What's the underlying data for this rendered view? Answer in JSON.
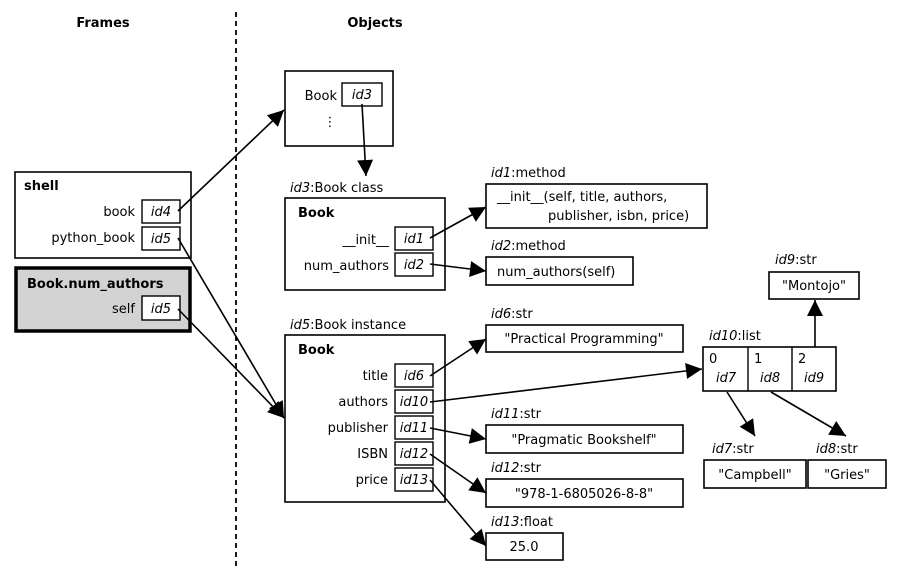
{
  "headers": {
    "frames": "Frames",
    "objects": "Objects"
  },
  "frames": [
    {
      "name": "shell",
      "vars": [
        {
          "name": "book",
          "ref": "id4"
        },
        {
          "name": "python_book",
          "ref": "id5"
        }
      ]
    },
    {
      "name": "Book.num_authors",
      "active": true,
      "vars": [
        {
          "name": "self",
          "ref": "id5"
        }
      ]
    }
  ],
  "objects": {
    "id4": {
      "id": "id4",
      "type": ":module",
      "rows": [
        {
          "name": "Book",
          "ref": "id3"
        }
      ],
      "ellipsis": "⋮"
    },
    "id3": {
      "id": "id3",
      "type": ":Book class",
      "title": "Book",
      "rows": [
        {
          "name": "__init__",
          "ref": "id1"
        },
        {
          "name": "num_authors",
          "ref": "id2"
        }
      ]
    },
    "id1": {
      "id": "id1",
      "type": ":method",
      "line1": "__init__(self, title, authors,",
      "line2": "publisher, isbn, price)"
    },
    "id2": {
      "id": "id2",
      "type": ":method",
      "value": "num_authors(self)"
    },
    "id5": {
      "id": "id5",
      "type": ":Book instance",
      "title": "Book",
      "rows": [
        {
          "name": "title",
          "ref": "id6"
        },
        {
          "name": "authors",
          "ref": "id10"
        },
        {
          "name": "publisher",
          "ref": "id11"
        },
        {
          "name": "ISBN",
          "ref": "id12"
        },
        {
          "name": "price",
          "ref": "id13"
        }
      ]
    },
    "id6": {
      "id": "id6",
      "type": ":str",
      "value": "\"Practical Programming\""
    },
    "id10": {
      "id": "id10",
      "type": ":list",
      "cells": [
        {
          "index": "0",
          "ref": "id7"
        },
        {
          "index": "1",
          "ref": "id8"
        },
        {
          "index": "2",
          "ref": "id9"
        }
      ]
    },
    "id9": {
      "id": "id9",
      "type": ":str",
      "value": "\"Montojo\""
    },
    "id7": {
      "id": "id7",
      "type": ":str",
      "value": "\"Campbell\""
    },
    "id8": {
      "id": "id8",
      "type": ":str",
      "value": "\"Gries\""
    },
    "id11": {
      "id": "id11",
      "type": ":str",
      "value": "\"Pragmatic Bookshelf\""
    },
    "id12": {
      "id": "id12",
      "type": ":str",
      "value": "\"978-1-6805026-8-8\""
    },
    "id13": {
      "id": "id13",
      "type": ":float",
      "value": "25.0"
    }
  }
}
